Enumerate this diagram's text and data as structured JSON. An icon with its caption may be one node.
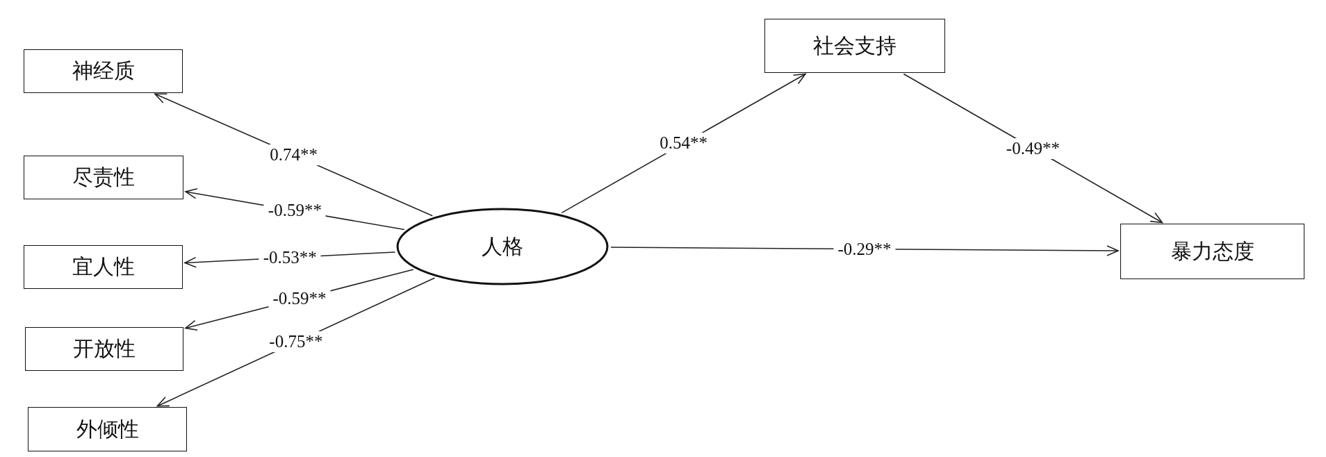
{
  "diagram": {
    "nodes": [
      {
        "text": [
          "神经质"
        ]
      },
      {
        "text": [
          "尽责性"
        ]
      },
      {
        "text": [
          "宜人性"
        ]
      },
      {
        "text": [
          "开放性"
        ]
      },
      {
        "text": [
          "外倾性"
        ]
      },
      {
        "text": [
          "人格"
        ]
      },
      {
        "text": [
          "社会支持"
        ]
      },
      {
        "text": [
          "暴力态度"
        ]
      }
    ],
    "edges": [
      {
        "from": 5,
        "to": 0,
        "arrow": "to",
        "label": "0.74**"
      },
      {
        "from": 5,
        "to": 1,
        "arrow": "to",
        "label": "-0.59**"
      },
      {
        "from": 5,
        "to": 2,
        "arrow": "to",
        "label": "-0.53**"
      },
      {
        "from": 5,
        "to": 3,
        "arrow": "to",
        "label": "-0.59**"
      },
      {
        "from": 5,
        "to": 4,
        "arrow": "to",
        "label": "-0.75**"
      },
      {
        "from": 5,
        "to": 6,
        "arrow": "to",
        "label": "0.54**"
      },
      {
        "from": 6,
        "to": 7,
        "arrow": "to",
        "label": "-0.49**"
      },
      {
        "from": 5,
        "to": 7,
        "arrow": "to",
        "label": "-0.29**"
      }
    ]
  }
}
